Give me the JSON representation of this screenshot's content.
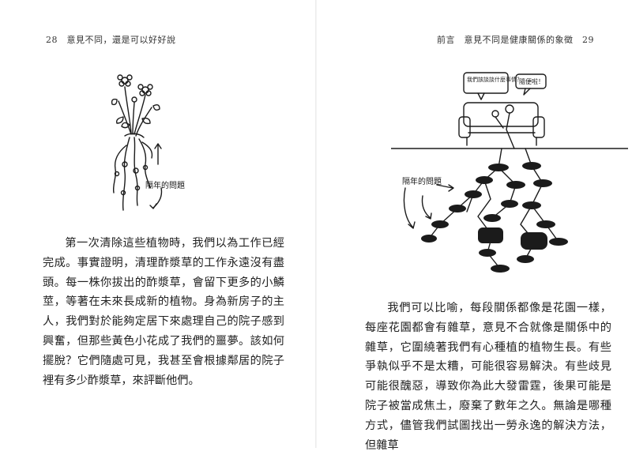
{
  "left_page": {
    "header": "28　意見不同，還是可以好好說",
    "illustration": {
      "handwritten_label": "隔年的問題"
    },
    "paragraph": "第一次清除這些植物時，我們以為工作已經完成。事實證明，清理酢漿草的工作永遠沒有盡頭。每一株你拔出的酢漿草，會留下更多的小鱗莖，等著在未來長成新的植物。身為新房子的主人，我們對於能夠定居下來處理自己的院子感到興奮，但那些黃色小花成了我們的噩夢。該如何擺脫？它們隨處可見，我甚至會根據鄰居的院子裡有多少酢漿草，來評斷他們。"
  },
  "right_page": {
    "header": "前言　意見不同是健康關係的象徵　29",
    "illustration": {
      "speech_bubble_1": "我們該談談什麼事情？",
      "speech_bubble_2": "隨便啦！",
      "handwritten_label": "隔年的問題"
    },
    "paragraph": "我們可以比喻，每段關係都像是花園一樣，每座花園都會有雜草，意見不合就像是關係中的雜草，它圍繞著我們有心種植的植物生長。有些爭執似乎不是太糟，可能很容易解決。有些歧見可能很醜惡，導致你為此大發雷霆，後果可能是院子被當成焦土，廢棄了數年之久。無論是哪種方式，儘管我們試圖找出一勞永逸的解決方法，但雜草"
  }
}
